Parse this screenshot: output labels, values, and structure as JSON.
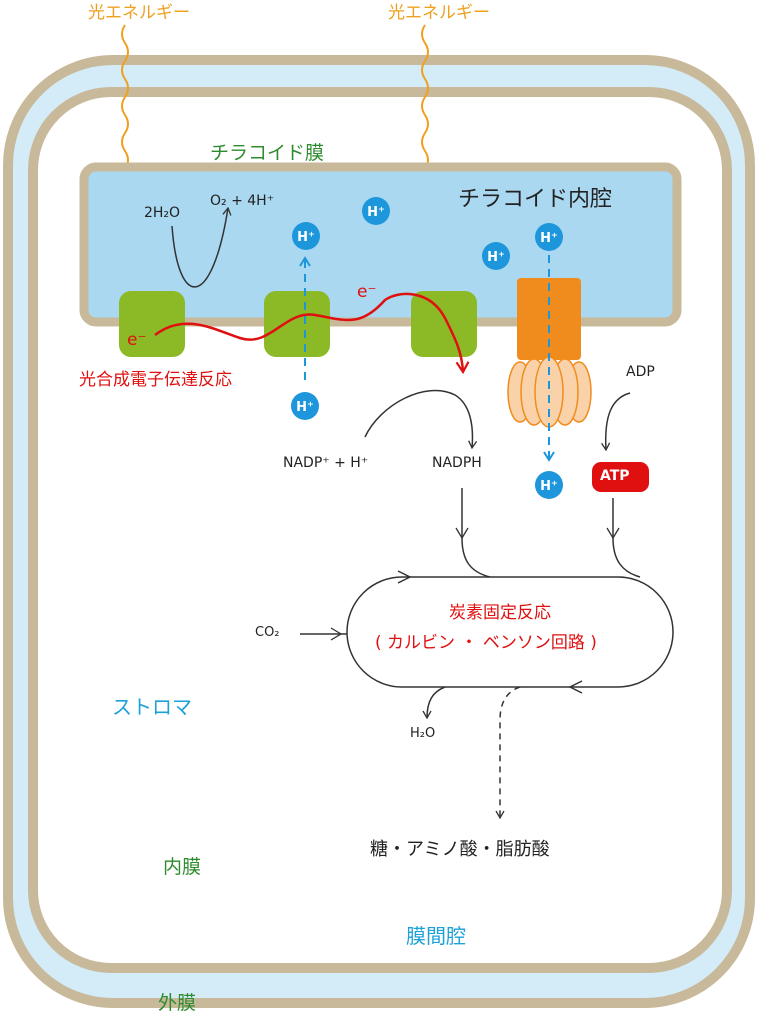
{
  "labels": {
    "light_energy_left": "光エネルギー",
    "light_energy_right": "光エネルギー",
    "thylakoid_membrane": "チラコイド膜",
    "thylakoid_lumen": "チラコイド内腔",
    "water_split": "2H₂O",
    "oxygen_protons": "O₂ + 4H⁺",
    "electron_left": "e⁻",
    "electron_right": "e⁻",
    "electron_transport": "光合成電子伝達反応",
    "nadp_plus": "NADP⁺ + H⁺",
    "nadph": "NADPH",
    "adp": "ADP",
    "atp": "ATP",
    "carbon_fixation_title": "炭素固定反応",
    "calvin_cycle": "( カルビン ・ ベンソン回路 )",
    "co2": "CO₂",
    "h2o": "H₂O",
    "stroma": "ストロマ",
    "products": "糖・アミノ酸・脂肪酸",
    "inner_membrane": "内膜",
    "intermembrane_space": "膜間腔",
    "outer_membrane": "外膜",
    "proton": "H⁺"
  },
  "colors": {
    "membrane": "#c8b99a",
    "space": "#d3ecf8",
    "lumen": "#a9d8f0",
    "photosystem": "#8cba26",
    "atp_synthase_stalk": "#f08c1e",
    "atp_synthase_head": "#fad2aa",
    "electron_path": "#e01010",
    "proton_circle": "#1e96dc",
    "light_wave": "#f0a020"
  }
}
